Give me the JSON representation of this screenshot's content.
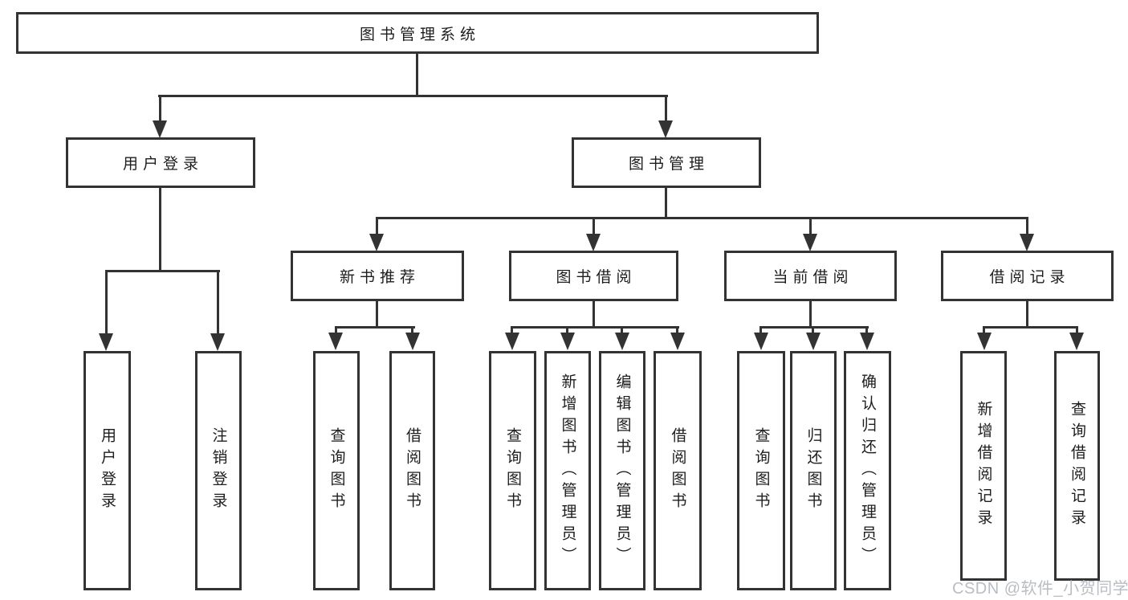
{
  "tree": {
    "label": "图书管理系统",
    "children": [
      {
        "label": "用户登录",
        "children": [
          {
            "label": "用户登录"
          },
          {
            "label": "注销登录"
          }
        ]
      },
      {
        "label": "图书管理",
        "children": [
          {
            "label": "新书推荐",
            "children": [
              {
                "label": "查询图书"
              },
              {
                "label": "借阅图书"
              }
            ]
          },
          {
            "label": "图书借阅",
            "children": [
              {
                "label": "查询图书"
              },
              {
                "label": "新增图书（管理员）"
              },
              {
                "label": "编辑图书（管理员）"
              },
              {
                "label": "借阅图书"
              }
            ]
          },
          {
            "label": "当前借阅",
            "children": [
              {
                "label": "查询图书"
              },
              {
                "label": "归还图书"
              },
              {
                "label": "确认归还（管理员）"
              }
            ]
          },
          {
            "label": "借阅记录",
            "children": [
              {
                "label": "新增借阅记录"
              },
              {
                "label": "查询借阅记录"
              }
            ]
          }
        ]
      }
    ]
  },
  "watermark": "CSDN @软件_小贺同学",
  "colors": {
    "line": "#333333",
    "box_border": "#333333",
    "text": "#1d1d1d",
    "background": "#ffffff",
    "watermark": "#b9bdc4"
  }
}
